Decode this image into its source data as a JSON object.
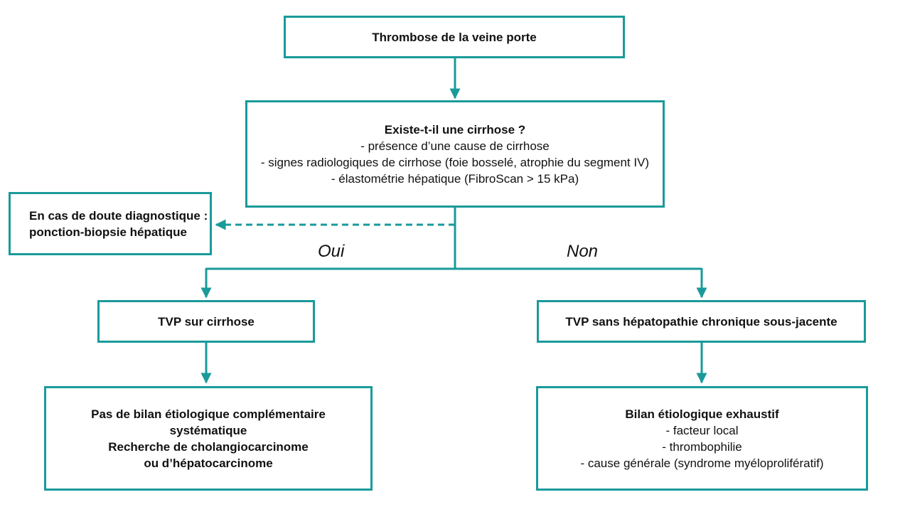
{
  "colors": {
    "accent": "#1a9a9a"
  },
  "nodes": {
    "root": {
      "title": "Thrombose de la veine porte"
    },
    "question": {
      "title": "Existe-t-il une cirrhose ?",
      "lines": [
        "- présence d’une cause de cirrhose",
        "- signes radiologiques de cirrhose (foie bosselé, atrophie du segment IV)",
        "- élastométrie hépatique (FibroScan > 15 kPa)"
      ]
    },
    "doubt": {
      "lines": [
        "En cas de doute diagnostique :",
        "ponction-biopsie hépatique"
      ]
    },
    "tvp_cirrhose": {
      "title": "TVP sur cirrhose"
    },
    "tvp_sans": {
      "title": "TVP sans hépatopathie chronique sous-jacente"
    },
    "no_bilan": {
      "lines": [
        "Pas de bilan étiologique complémentaire",
        "systématique",
        "Recherche de cholangiocarcinome",
        "ou d’hépatocarcinome"
      ]
    },
    "bilan": {
      "title": "Bilan étiologique exhaustif",
      "lines": [
        "- facteur local",
        "- thrombophilie",
        "- cause générale (syndrome myéloprolifératif)"
      ]
    }
  },
  "branches": {
    "yes": "Oui",
    "no": "Non"
  }
}
